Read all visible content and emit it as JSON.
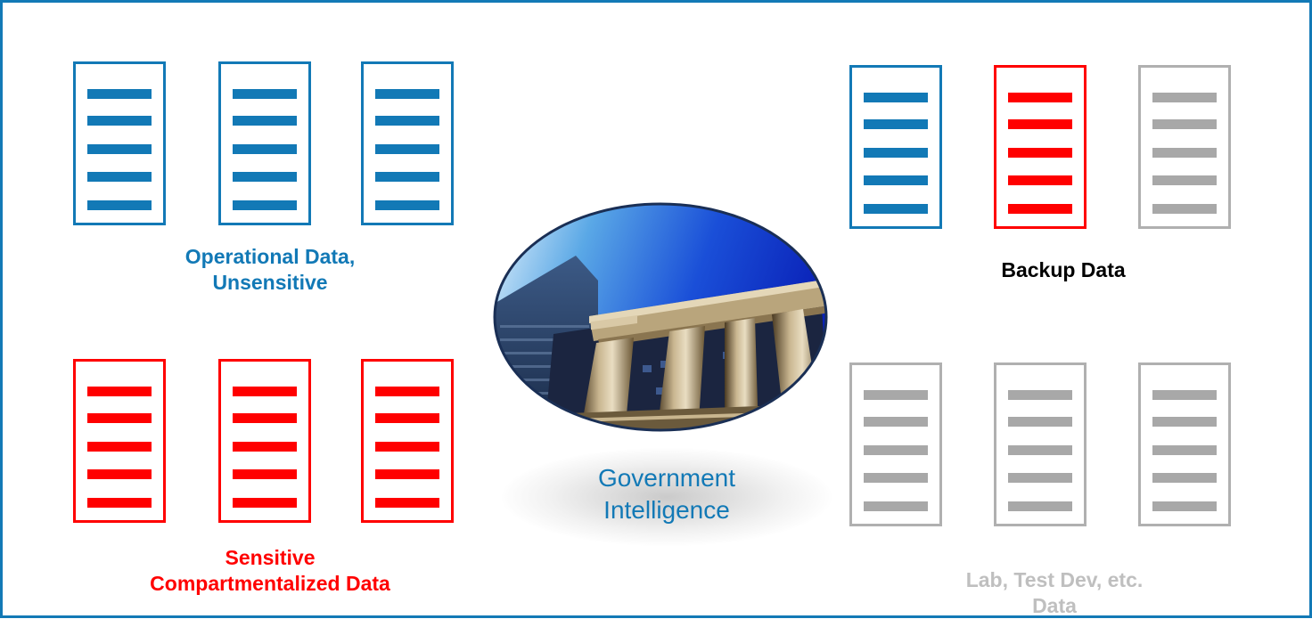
{
  "groups": {
    "operational": {
      "label": "Operational Data,\nUnsensitive",
      "color": "#1279b6"
    },
    "sensitive": {
      "label": "Sensitive\nCompartmentalized Data",
      "color": "#ff0000"
    },
    "backup": {
      "label": "Backup Data",
      "color": "#000000"
    },
    "lab": {
      "label": "Lab, Test Dev, etc.\nData",
      "color": "#bfbfbf"
    }
  },
  "center": {
    "label": "Government\nIntelligence",
    "image_icon": "government-building-columns-image",
    "color": "#1279b6"
  },
  "colors": {
    "border": "#1279b6",
    "blue": "#1279b6",
    "red": "#ff0000",
    "gray": "#a8a8a8"
  }
}
